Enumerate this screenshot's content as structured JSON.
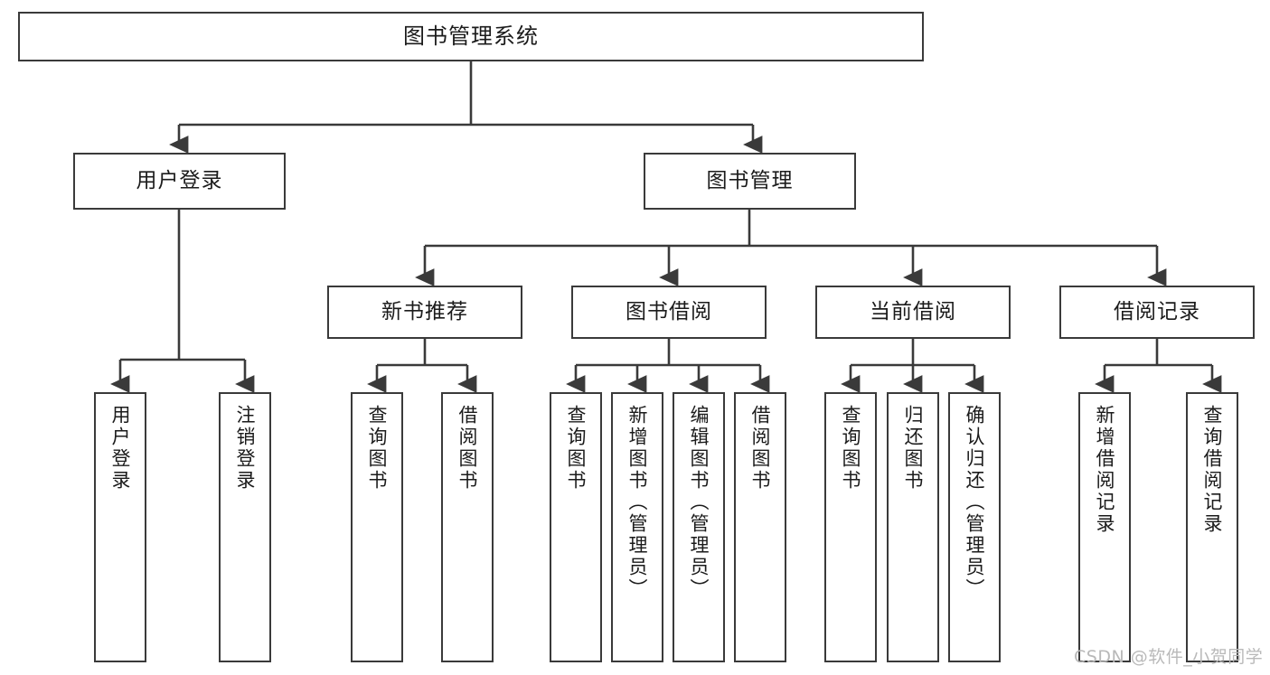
{
  "diagram": {
    "title": "图书管理系统",
    "type": "tree-structure-chart",
    "line_color": "#3a3a3a",
    "box_fill": "#ffffff",
    "text_color": "#1b1b1b",
    "root": {
      "label": "图书管理系统"
    },
    "level2": [
      {
        "label": "用户登录"
      },
      {
        "label": "图书管理"
      }
    ],
    "level3": [
      {
        "label": "新书推荐"
      },
      {
        "label": "图书借阅"
      },
      {
        "label": "当前借阅"
      },
      {
        "label": "借阅记录"
      }
    ],
    "leaves": {
      "user_login": [
        {
          "label": "用户登录"
        },
        {
          "label": "注销登录"
        }
      ],
      "new_book_recommend": [
        {
          "label": "查询图书"
        },
        {
          "label": "借阅图书"
        }
      ],
      "book_borrow": [
        {
          "label": "查询图书"
        },
        {
          "label": "新增图书（管理员）"
        },
        {
          "label": "编辑图书（管理员）"
        },
        {
          "label": "借阅图书"
        }
      ],
      "current_borrow": [
        {
          "label": "查询图书"
        },
        {
          "label": "归还图书"
        },
        {
          "label": "确认归还（管理员）"
        }
      ],
      "borrow_record": [
        {
          "label": "新增借阅记录"
        },
        {
          "label": "查询借阅记录"
        }
      ]
    }
  },
  "watermark": {
    "text": "CSDN @软件_小贺同学",
    "color": "#b9b9b9"
  }
}
